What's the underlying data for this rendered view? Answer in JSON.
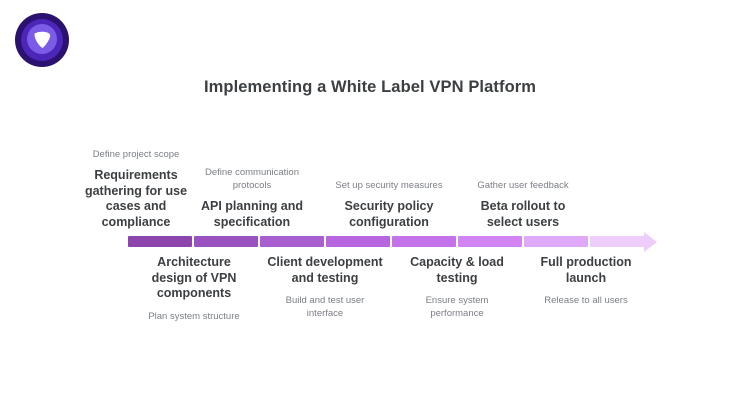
{
  "header": {
    "title": "Implementing a White Label VPN Platform",
    "logo_name": "vpn-shield-logo"
  },
  "colors": {
    "title_text": "#3c4043",
    "milestone_title_text": "#3c4043",
    "milestone_caption_text": "#7a7f85",
    "background": "#ffffff",
    "logo_outer_ring": "#2b1170",
    "logo_mid_ring": "#4b26b8",
    "logo_inner_ring": "#7b5ce6",
    "logo_glyph": "#ffffff"
  },
  "timeline": {
    "type": "process-timeline-arrow",
    "direction": "left-to-right",
    "segment_colors": [
      "#8e44ad",
      "#9a52c0",
      "#a95ed0",
      "#b766e0",
      "#c472ea",
      "#d285f2",
      "#e0a8f8",
      "#eecdfb"
    ],
    "arrow_head_color": "#eecdfb",
    "milestones": [
      {
        "index": 1,
        "position": "above",
        "caption": "Define project scope",
        "title": "Requirements gathering for use cases and compliance"
      },
      {
        "index": 2,
        "position": "below",
        "title": "Architecture design of VPN components",
        "caption": "Plan system structure"
      },
      {
        "index": 3,
        "position": "above",
        "caption": "Define communication protocols",
        "title": "API planning and specification"
      },
      {
        "index": 4,
        "position": "below",
        "title": "Client development and testing",
        "caption": "Build and test user interface"
      },
      {
        "index": 5,
        "position": "above",
        "caption": "Set up security measures",
        "title": "Security policy configuration"
      },
      {
        "index": 6,
        "position": "below",
        "title": "Capacity & load testing",
        "caption": "Ensure system performance"
      },
      {
        "index": 7,
        "position": "above",
        "caption": "Gather user feedback",
        "title": "Beta rollout to select users"
      },
      {
        "index": 8,
        "position": "below",
        "title": "Full production launch",
        "caption": "Release to all users"
      }
    ]
  }
}
